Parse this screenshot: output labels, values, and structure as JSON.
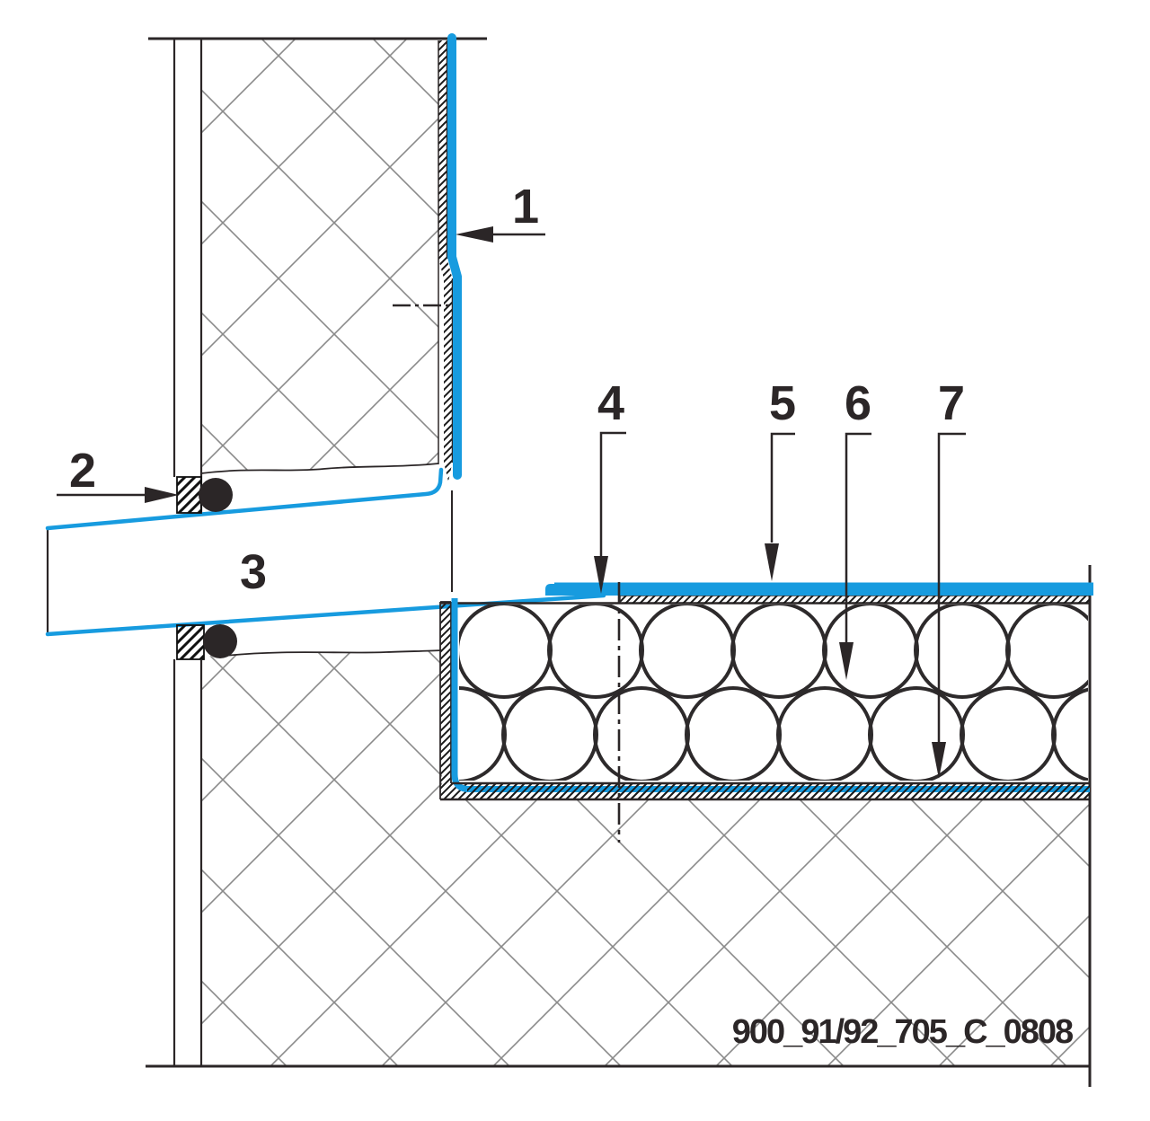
{
  "drawing": {
    "callouts": {
      "c1": "1",
      "c2": "2",
      "c3": "3",
      "c4": "4",
      "c5": "5",
      "c6": "6",
      "c7": "7"
    },
    "reference_code": "900_91/92_705_C_0808",
    "colors": {
      "membrane_blue": "#179BDF",
      "line_ink": "#2B2627",
      "hatch_gray": "#8A8A8A"
    }
  }
}
